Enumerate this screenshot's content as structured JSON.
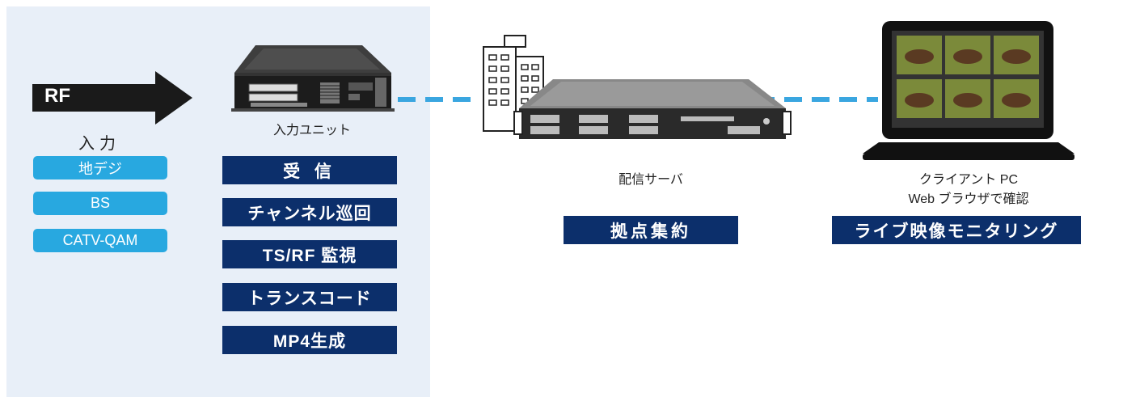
{
  "input": {
    "rf_label": "RF",
    "input_label": "入力",
    "sources": [
      "地デジ",
      "BS",
      "CATV-QAM"
    ]
  },
  "input_unit": {
    "label": "入力ユニット",
    "functions": [
      "受 信",
      "チャンネル巡回",
      "TS/RF 監視",
      "トランスコード",
      "MP4生成"
    ]
  },
  "server": {
    "label": "配信サーバ",
    "function": "拠点集約"
  },
  "client": {
    "label_line1": "クライアント PC",
    "label_line2": "Web ブラウザで確認",
    "function": "ライブ映像モニタリング"
  },
  "colors": {
    "panel_bg": "#e8eff8",
    "navy": "#0c2f6b",
    "cyan": "#28a8e0",
    "dash": "#3aa6e0"
  }
}
